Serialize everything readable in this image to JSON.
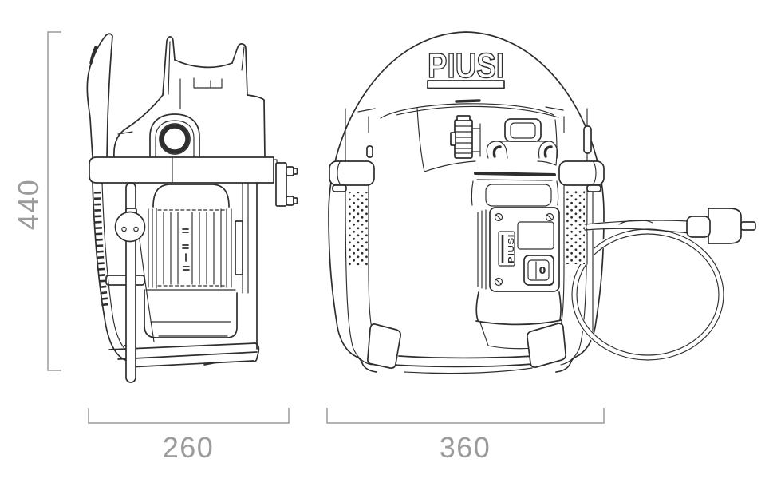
{
  "logo": {
    "text": "PIUSI"
  },
  "motor_panel": {
    "brand_label": "PIUSI",
    "switch_off_label": "0"
  },
  "dimensions": {
    "height": "440",
    "side_view_width": "260",
    "front_view_width": "360"
  },
  "colors": {
    "line": "#2e2e2e",
    "dimension": "#9b9b9b",
    "background": "#ffffff"
  }
}
